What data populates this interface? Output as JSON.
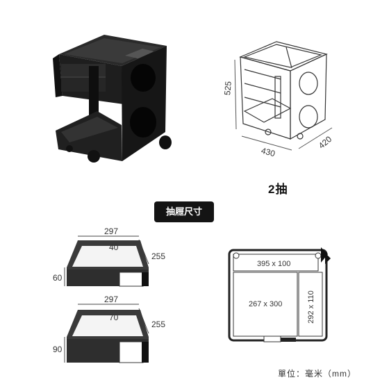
{
  "product": {
    "drawer_count_label": "2抽"
  },
  "overall_dimensions": {
    "height": "525",
    "width": "430",
    "depth": "420"
  },
  "section_badge": "抽屜尺寸",
  "drawer_small": {
    "width": "297",
    "inner": "40",
    "depth": "255",
    "height": "60"
  },
  "drawer_large": {
    "width": "297",
    "inner": "70",
    "depth": "255",
    "height": "90"
  },
  "top_tray": {
    "top_slot": "395 x 100",
    "main_slot": "267 x 300",
    "side_slot": "292 x 110"
  },
  "unit_label": "單位：毫米（mm）"
}
